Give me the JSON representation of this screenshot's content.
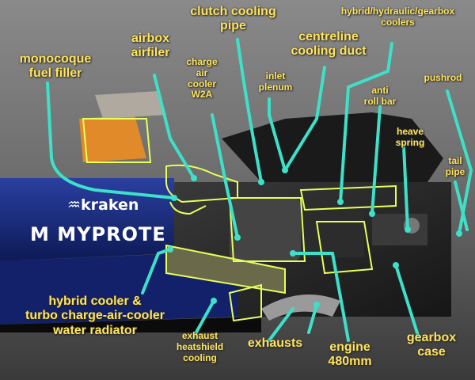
{
  "labels": {
    "monocoque_fuel_filler": "monocoque\nfuel filler",
    "airbox_airfiler": "airbox\nairfiler",
    "charge_air_cooler": "charge\nair\ncooler\nW2A",
    "clutch_cooling_pipe": "clutch cooling\npipe",
    "inlet_plenum": "inlet\nplenum",
    "centreline_cooling_duct": "centreline\ncooling duct",
    "hybrid_hydraulic_gearbox_coolers": "hybrid/hydraulic/gearbox\ncoolers",
    "anti_roll_bar": "anti\nroll bar",
    "pushrod": "pushrod",
    "heave_spring": "heave\nspring",
    "tail_pipe": "tail\npipe",
    "hybrid_cooler_radiator": "hybrid cooler &\nturbo charge-air-cooler\nwater radiator",
    "exhaust_heatshield_cooling": "exhaust\nheatshield\ncooling",
    "exhausts": "exhausts",
    "engine_480mm": "engine\n480mm",
    "gearbox_case": "gearbox\ncase"
  },
  "logos": {
    "kraken": "♒kraken",
    "myprotein": "M MYPROTE"
  },
  "colors": {
    "label_text": "#ffe45c",
    "leader_lines": "#3de0c8",
    "outlines": "#e6ff5a",
    "car_blue": "#1a2a80"
  }
}
